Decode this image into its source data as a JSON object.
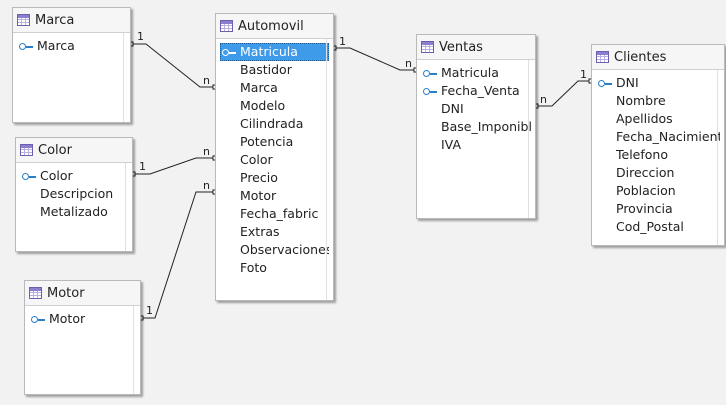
{
  "tables": [
    {
      "id": "marca",
      "title": "Marca",
      "fields": [
        {
          "name": "Marca",
          "key": true
        }
      ]
    },
    {
      "id": "color",
      "title": "Color",
      "fields": [
        {
          "name": "Color",
          "key": true
        },
        {
          "name": "Descripcion",
          "key": false
        },
        {
          "name": "Metalizado",
          "key": false
        }
      ]
    },
    {
      "id": "motor",
      "title": "Motor",
      "fields": [
        {
          "name": "Motor",
          "key": true
        }
      ]
    },
    {
      "id": "automovil",
      "title": "Automovil",
      "fields": [
        {
          "name": "Matricula",
          "key": true,
          "selected": true
        },
        {
          "name": "Bastidor",
          "key": false
        },
        {
          "name": "Marca",
          "key": false
        },
        {
          "name": "Modelo",
          "key": false
        },
        {
          "name": "Cilindrada",
          "key": false
        },
        {
          "name": "Potencia",
          "key": false
        },
        {
          "name": "Color",
          "key": false
        },
        {
          "name": "Precio",
          "key": false
        },
        {
          "name": "Motor",
          "key": false
        },
        {
          "name": "Fecha_fabric",
          "key": false
        },
        {
          "name": "Extras",
          "key": false
        },
        {
          "name": "Observaciones",
          "key": false
        },
        {
          "name": "Foto",
          "key": false
        }
      ]
    },
    {
      "id": "ventas",
      "title": "Ventas",
      "fields": [
        {
          "name": "Matricula",
          "key": true
        },
        {
          "name": "Fecha_Venta",
          "key": true
        },
        {
          "name": "DNI",
          "key": false
        },
        {
          "name": "Base_Imponible",
          "key": false
        },
        {
          "name": "IVA",
          "key": false
        }
      ]
    },
    {
      "id": "clientes",
      "title": "Clientes",
      "fields": [
        {
          "name": "DNI",
          "key": true
        },
        {
          "name": "Nombre",
          "key": false
        },
        {
          "name": "Apellidos",
          "key": false
        },
        {
          "name": "Fecha_Nacimiento",
          "key": false
        },
        {
          "name": "Telefono",
          "key": false
        },
        {
          "name": "Direccion",
          "key": false
        },
        {
          "name": "Poblacion",
          "key": false
        },
        {
          "name": "Provincia",
          "key": false
        },
        {
          "name": "Cod_Postal",
          "key": false
        }
      ]
    }
  ],
  "relations": [
    {
      "from": "marca",
      "to": "automovil",
      "from_card": "1",
      "to_card": "n"
    },
    {
      "from": "color",
      "to": "automovil",
      "from_card": "1",
      "to_card": "n"
    },
    {
      "from": "motor",
      "to": "automovil",
      "from_card": "1",
      "to_card": "n"
    },
    {
      "from": "automovil",
      "to": "ventas",
      "from_card": "1",
      "to_card": "n"
    },
    {
      "from": "clientes",
      "to": "ventas",
      "from_card": "1",
      "to_card": "n"
    }
  ],
  "colors": {
    "selection": "#3d9be9",
    "key_icon": "#2a7fc8",
    "table_icon": "#8c7fd0"
  }
}
